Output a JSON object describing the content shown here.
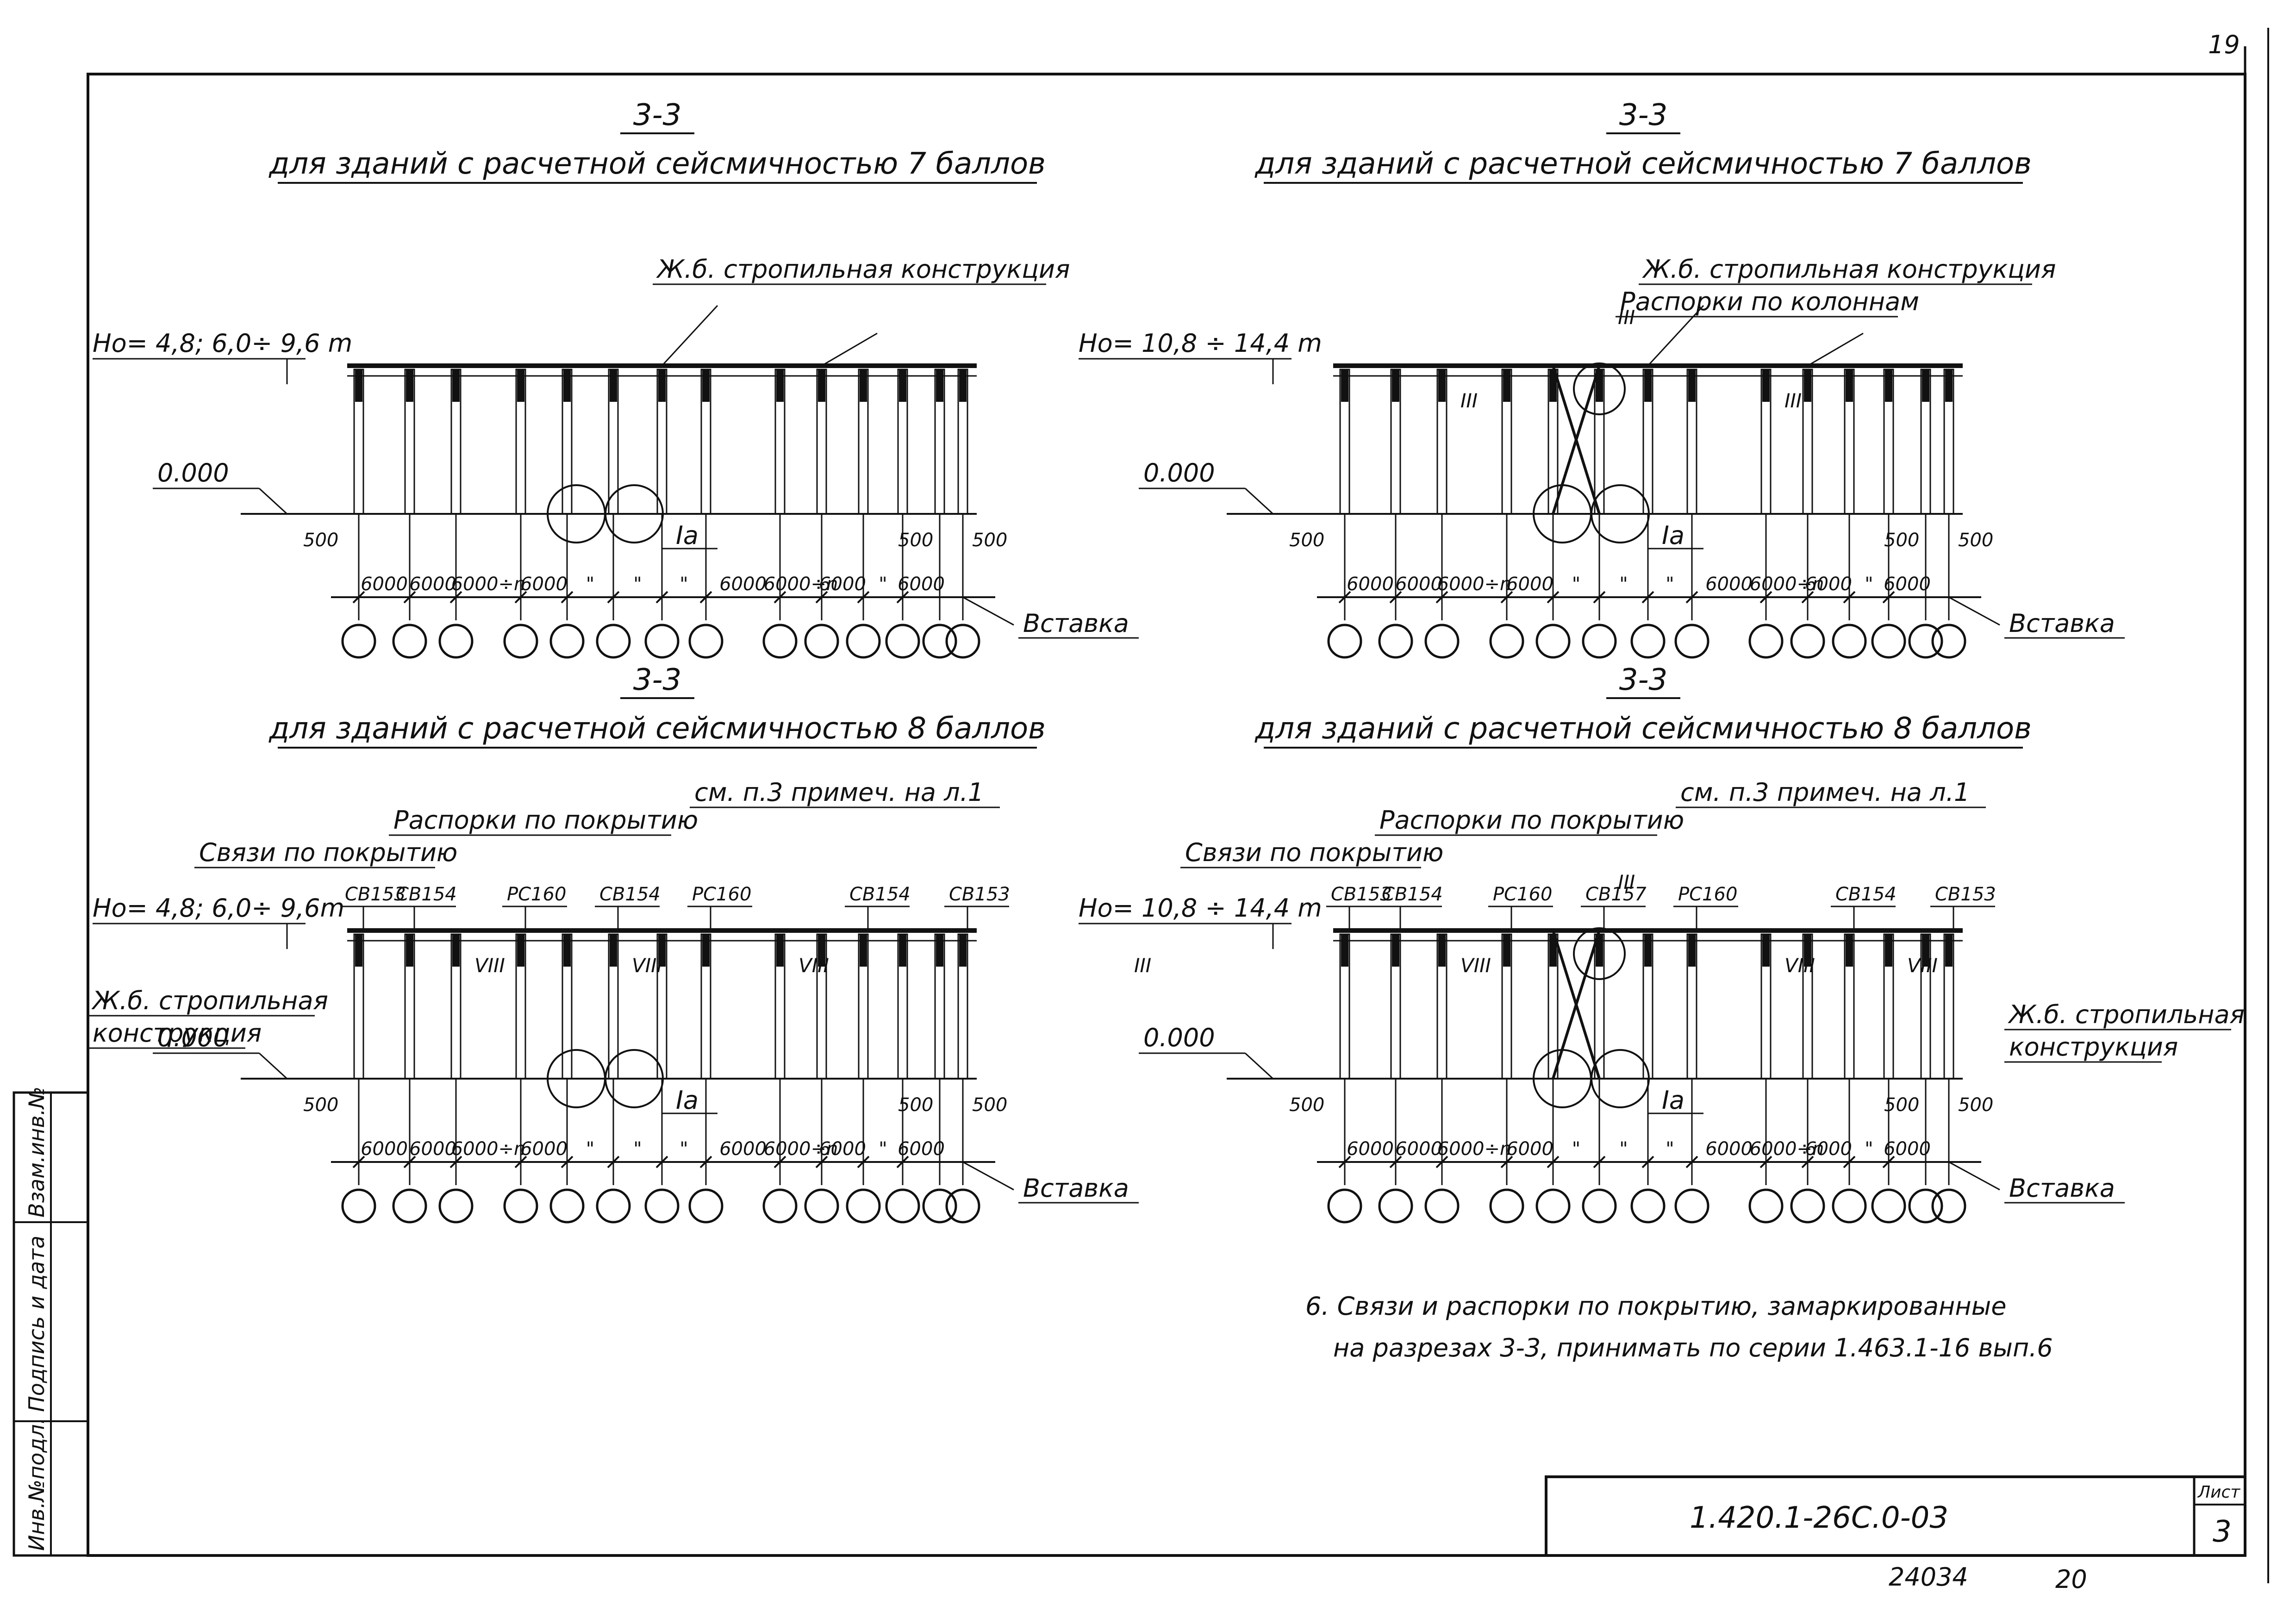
{
  "sheet": {
    "corner_num": "19",
    "doc_code": "1.420.1-26С.0-03",
    "sheet_label": "Лист",
    "sheet_number": "3",
    "inv_number": "24034",
    "format_number": "20",
    "side_stamp": [
      "Инв.№подл.",
      "Подпись и дата",
      "Взам.инв.№"
    ]
  },
  "note": {
    "line1": "6. Связи и распорки по покрытию, замаркированные",
    "line2": "на разрезах 3-3, принимать по серии 1.463.1-16 вып.6"
  },
  "panels": [
    {
      "section": "3-3",
      "subtitle": "для зданий с расчетной сейсмичностью 7 баллов",
      "height": "Но= 4,8; 6,0÷ 9,6 m",
      "zero": "0.000",
      "callouts": [
        "Ж.б. стропильная конструкция"
      ],
      "dims": [
        "6000",
        "6000",
        "6000÷n",
        "6000",
        "\"",
        "\"",
        "\"",
        "6000",
        "6000÷n",
        "6000",
        "\"",
        "6000"
      ],
      "edge_left": "500",
      "edge_right": [
        "500",
        "500"
      ],
      "node_label": "Iа",
      "insert": "Вставка",
      "marks": [],
      "node_marks": []
    },
    {
      "section": "3-3",
      "subtitle": "для зданий с расчетной сейсмичностью 7 баллов",
      "height": "Но= 10,8 ÷ 14,4 m",
      "zero": "0.000",
      "callouts": [
        "Ж.б. стропильная конструкция",
        "Распорки по колоннам"
      ],
      "dims": [
        "6000",
        "6000",
        "6000÷n",
        "6000",
        "\"",
        "\"",
        "\"",
        "6000",
        "6000÷n",
        "6000",
        "\"",
        "6000"
      ],
      "edge_left": "500",
      "edge_right": [
        "500",
        "500"
      ],
      "node_label": "Iа",
      "insert": "Вставка",
      "marks": [],
      "node_marks": [
        "III",
        "III",
        "III"
      ]
    },
    {
      "section": "3-3",
      "subtitle": "для зданий с расчетной сейсмичностью 8 баллов",
      "height": "Но= 4,8; 6,0÷ 9,6m",
      "zero": "0.000",
      "callouts": [
        "Распорки по покрытию",
        "Связи по покрытию",
        "см. п.3 примеч. на л.1",
        "Ж.б. стропильная",
        "конструкция"
      ],
      "dims": [
        "6000",
        "6000",
        "6000÷n",
        "6000",
        "\"",
        "\"",
        "\"",
        "6000",
        "6000÷n",
        "6000",
        "\"",
        "6000"
      ],
      "edge_left": "500",
      "edge_right": [
        "500",
        "500"
      ],
      "node_label": "Iа",
      "insert": "Вставка",
      "marks": [
        "СВ153",
        "СВ154",
        "РС160",
        "СВ154",
        "РС160",
        "СВ154",
        "СВ153"
      ],
      "node_marks": [
        "VIII",
        "VIII",
        "VIII"
      ]
    },
    {
      "section": "3-3",
      "subtitle": "для зданий с расчетной сейсмичностью 8 баллов",
      "height": "Но= 10,8 ÷ 14,4 m",
      "zero": "0.000",
      "callouts": [
        "см. п.3 примеч. на л.1",
        "Распорки по покрытию",
        "Связи по покрытию",
        "Ж.б. стропильная",
        "конструкция"
      ],
      "dims": [
        "6000",
        "6000",
        "6000÷n",
        "6000",
        "\"",
        "\"",
        "\"",
        "6000",
        "6000÷n",
        "6000",
        "\"",
        "6000"
      ],
      "edge_left": "500",
      "edge_right": [
        "500",
        "500"
      ],
      "node_label": "Iа",
      "insert": "Вставка",
      "marks": [
        "СВ153",
        "СВ154",
        "РС160",
        "СВ157",
        "РС160",
        "СВ154",
        "СВ153"
      ],
      "node_marks": [
        "VIII",
        "III",
        "VIII",
        "VIII",
        "III"
      ]
    }
  ]
}
